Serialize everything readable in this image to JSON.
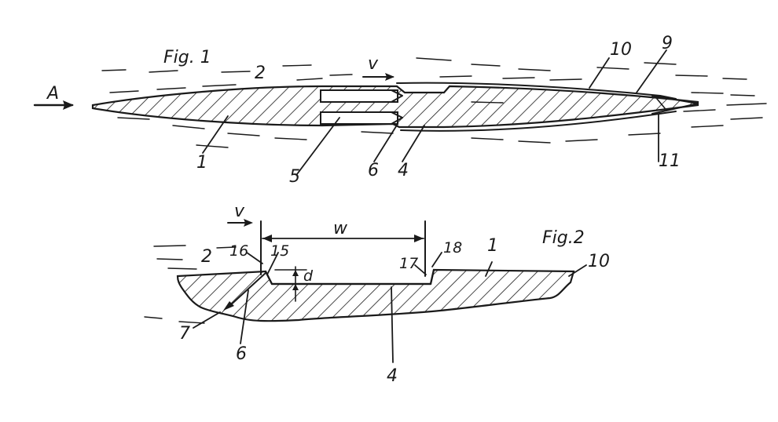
{
  "figure1": {
    "title": "Fig. 1",
    "labels": {
      "a": "A",
      "v": "v",
      "n1": "1",
      "n2": "2",
      "n4": "4",
      "n5": "5",
      "n6": "6",
      "n9": "9",
      "n10": "10",
      "n11": "11"
    }
  },
  "figure2": {
    "title": "Fig.2",
    "labels": {
      "v": "v",
      "w": "w",
      "d": "d",
      "n1": "1",
      "n2": "2",
      "n4": "4",
      "n6": "6",
      "n7": "7",
      "n10": "10",
      "n15": "15",
      "n16": "16",
      "n17": "17",
      "n18": "18"
    }
  },
  "colors": {
    "ink": "#1a1a1a",
    "paper": "#ffffff"
  }
}
